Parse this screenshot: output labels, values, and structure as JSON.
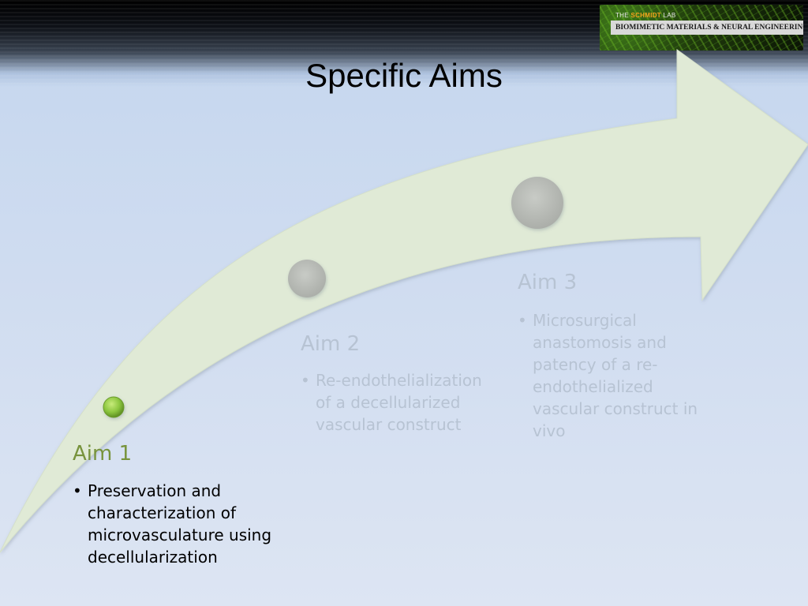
{
  "slide": {
    "title": "Specific Aims"
  },
  "logo": {
    "prefix": "THE",
    "highlight": "SCHMIDT",
    "suffix": "LAB",
    "subtitle": "BIOMIMETIC MATERIALS & NEURAL ENGINEERING"
  },
  "aims": [
    {
      "heading": "Aim 1",
      "bullet": "•",
      "lines": [
        "Preservation and",
        "characterization of",
        "microvasculature using",
        "decellularization"
      ],
      "status": "active"
    },
    {
      "heading": "Aim 2",
      "bullet": "•",
      "lines": [
        "Re-endothelialization",
        "of a decellularized",
        "vascular construct"
      ],
      "status": "inactive"
    },
    {
      "heading": "Aim 3",
      "bullet": "•",
      "lines": [
        "Microsurgical",
        "anastomosis and",
        "patency of a re-",
        "endothelialized",
        "vascular construct in",
        "vivo"
      ],
      "status": "inactive"
    }
  ],
  "colors": {
    "arrow_fill": "#e0ead6",
    "active_circle": "#8cc63f",
    "inactive_circle": "#b8bbb6",
    "active_heading": "#77933c",
    "inactive_text": "#b7c3d3"
  }
}
